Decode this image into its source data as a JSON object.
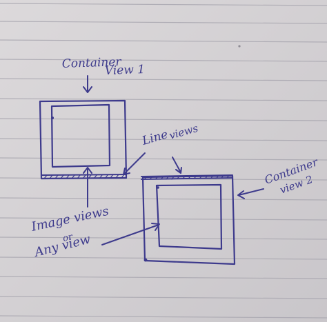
{
  "colors": {
    "paper": "#d5d2d4",
    "rule_line": "#a9a7b0",
    "ink": "#3d3a8c",
    "margin_dot": "#8f8c95"
  },
  "labels": {
    "container_view_1": {
      "line1": "Container",
      "line2": "View 1"
    },
    "line_views": {
      "line1": "Line",
      "line2": "views"
    },
    "container_view_2": {
      "line1": "Container",
      "line2": "view 2"
    },
    "image_views": {
      "line1": "Image views",
      "line2": "or",
      "line3": "Any view"
    }
  }
}
